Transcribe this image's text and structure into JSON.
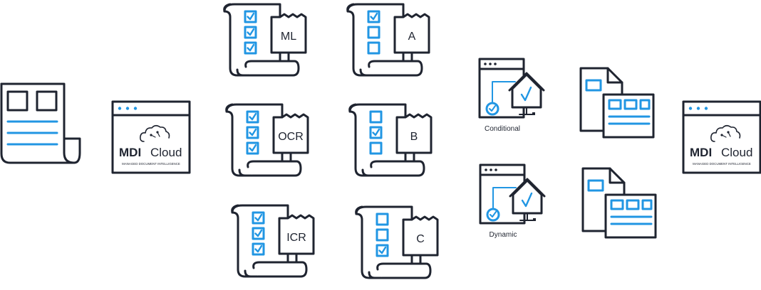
{
  "brand": {
    "name_bold": "MDI",
    "name_light": "Cloud",
    "tagline": "MANAGED DOCUMENT INTELLIGENCE"
  },
  "scrolls": [
    {
      "label": "ML",
      "checks": [
        true,
        true,
        true
      ]
    },
    {
      "label": "OCR",
      "checks": [
        true,
        true,
        true
      ]
    },
    {
      "label": "ICR",
      "checks": [
        true,
        true,
        true
      ]
    },
    {
      "label": "A",
      "checks": [
        true,
        false,
        false
      ]
    },
    {
      "label": "B",
      "checks": [
        false,
        true,
        false
      ]
    },
    {
      "label": "C",
      "checks": [
        false,
        false,
        true
      ]
    }
  ],
  "flows": [
    {
      "label": "Conditional"
    },
    {
      "label": "Dynamic"
    }
  ],
  "colors": {
    "ink": "#1f2430",
    "accent": "#2196e3"
  }
}
